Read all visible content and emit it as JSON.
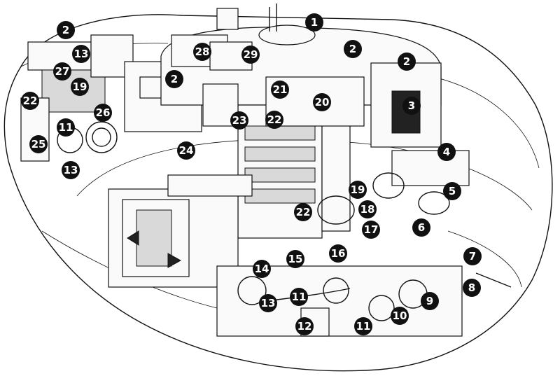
{
  "diagram": {
    "labels": [
      "1",
      "2",
      "3",
      "4",
      "5",
      "6",
      "7",
      "8",
      "9",
      "10",
      "11",
      "12",
      "13",
      "14",
      "15",
      "16",
      "17",
      "18",
      "19",
      "20",
      "21",
      "22",
      "23",
      "24",
      "25",
      "26",
      "27",
      "28",
      "29"
    ],
    "markers": [
      {
        "label_index": 0
      },
      {
        "label_index": 1
      },
      {
        "label_index": 1
      },
      {
        "label_index": 1
      },
      {
        "label_index": 1
      },
      {
        "label_index": 2
      },
      {
        "label_index": 3
      },
      {
        "label_index": 4
      },
      {
        "label_index": 5
      },
      {
        "label_index": 6
      },
      {
        "label_index": 7
      },
      {
        "label_index": 8
      },
      {
        "label_index": 9
      },
      {
        "label_index": 10
      },
      {
        "label_index": 10
      },
      {
        "label_index": 10
      },
      {
        "label_index": 11
      },
      {
        "label_index": 12
      },
      {
        "label_index": 12
      },
      {
        "label_index": 12
      },
      {
        "label_index": 13
      },
      {
        "label_index": 14
      },
      {
        "label_index": 15
      },
      {
        "label_index": 16
      },
      {
        "label_index": 17
      },
      {
        "label_index": 18
      },
      {
        "label_index": 18
      },
      {
        "label_index": 19
      },
      {
        "label_index": 20
      },
      {
        "label_index": 21
      },
      {
        "label_index": 21
      },
      {
        "label_index": 21
      },
      {
        "label_index": 22
      },
      {
        "label_index": 23
      },
      {
        "label_index": 24
      },
      {
        "label_index": 25
      },
      {
        "label_index": 26
      },
      {
        "label_index": 27
      },
      {
        "label_index": 28
      }
    ],
    "colors": {
      "ink": "#111111",
      "marker_fill": "#111111",
      "marker_text": "#ffffff",
      "background": "#ffffff"
    }
  }
}
